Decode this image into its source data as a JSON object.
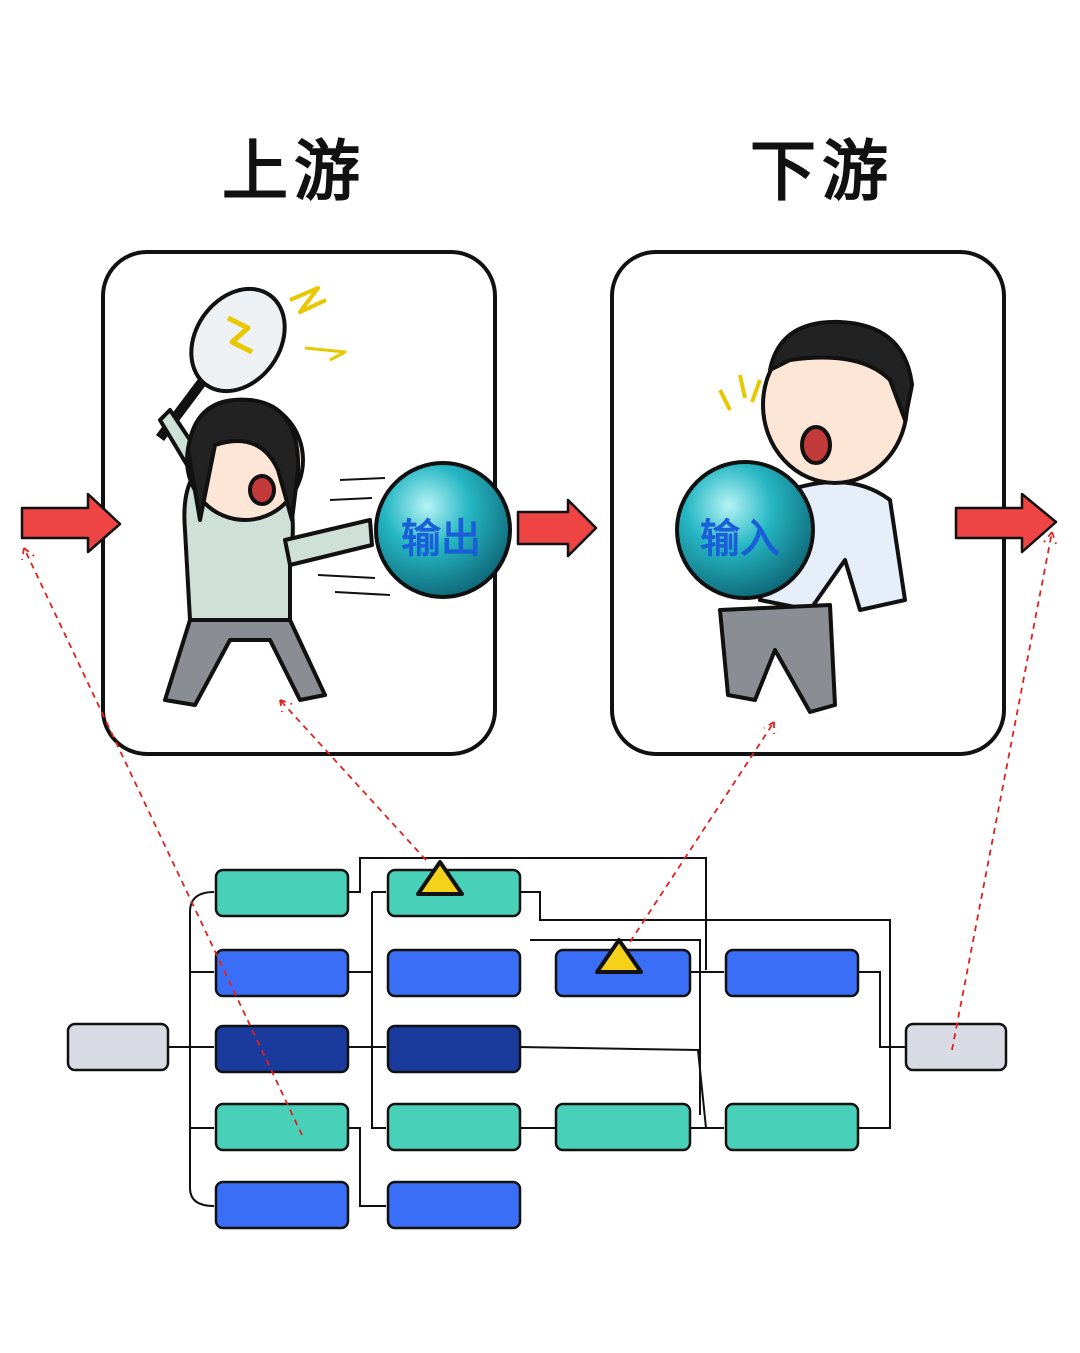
{
  "headings": {
    "upstream": "上游",
    "downstream": "下游"
  },
  "balls": {
    "output": "输出",
    "input": "输入"
  },
  "colors": {
    "arrow": "#ee4444",
    "dashed": "#e02020",
    "ball": "#1fa8b8",
    "node_teal": "#48d1b8",
    "node_blue": "#3b6ef7",
    "node_navy": "#1a3a9e",
    "node_gray": "#d8dbe3",
    "marker": "#f5d21a"
  }
}
